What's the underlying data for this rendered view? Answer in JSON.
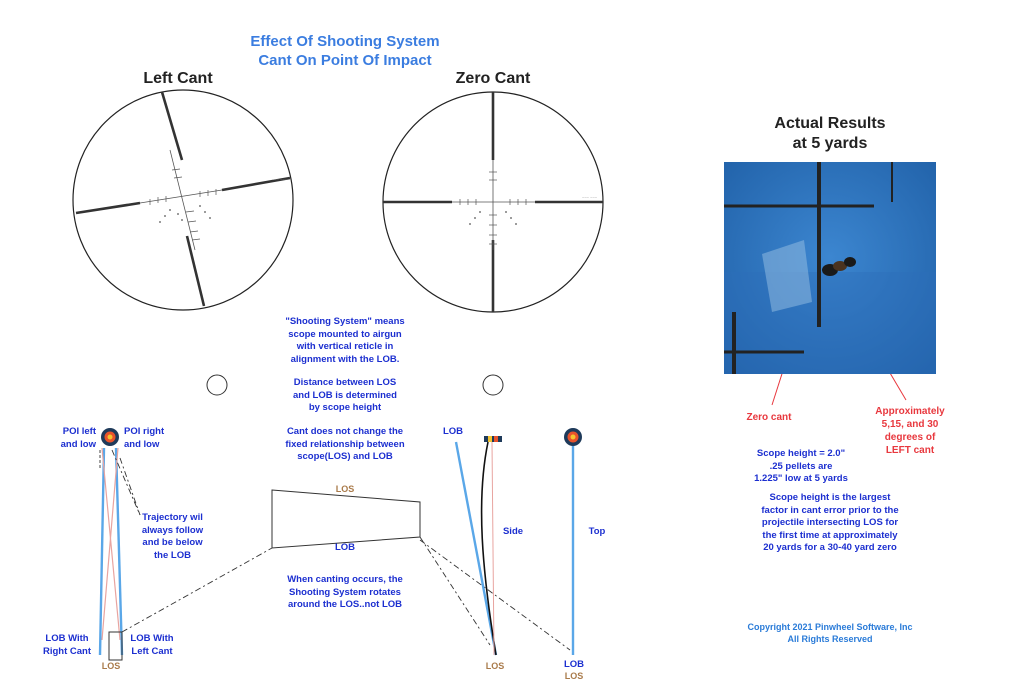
{
  "title": {
    "line1": "Effect Of Shooting System",
    "line2": "Cant On Point Of Impact"
  },
  "scopes": {
    "left_label": "Left Cant",
    "zero_label": "Zero Cant"
  },
  "results": {
    "line1": "Actual Results",
    "line2": "at 5 yards"
  },
  "explanation": {
    "p1": [
      "\"Shooting System\" means",
      "scope mounted to airgun",
      "with vertical reticle in",
      "alignment with the LOB."
    ],
    "p2": [
      "Distance between LOS",
      "and LOB is determined",
      "by scope height"
    ],
    "p3": [
      "Cant does not change  the",
      "fixed relationship between",
      "scope(LOS) and LOB"
    ],
    "p4": [
      "When canting occurs, the",
      "Shooting System rotates",
      "around the LOS..not LOB"
    ]
  },
  "left_diagram": {
    "poi_left": [
      "POI left",
      "and low"
    ],
    "poi_right": [
      "POI right",
      "and low"
    ],
    "trajectory": [
      "Trajectory wil",
      "always follow",
      "and be below",
      "the LOB"
    ],
    "lob_right": [
      "LOB With",
      "Right Cant"
    ],
    "lob_left": [
      "LOB With",
      "Left Cant"
    ],
    "los": "LOS"
  },
  "trapezoid": {
    "top": "LOS",
    "bottom": "LOB"
  },
  "right_diagram": {
    "lob": "LOB",
    "side": "Side",
    "top": "Top",
    "los_bottom": "LOS",
    "lob_bottom": "LOB",
    "los_bottom2": "LOS"
  },
  "photo_notes": {
    "zero_cant": "Zero cant",
    "approx": [
      "Approximately",
      "5,15, and 30",
      "degrees of",
      "LEFT cant"
    ]
  },
  "scope_notes": {
    "a": [
      "Scope height = 2.0\"",
      ".25 pellets are",
      "1.225\" low at 5 yards"
    ],
    "b": [
      "Scope height is the largest",
      "factor in cant error prior to the",
      "projectile intersecting LOS for",
      "the first time at approximately",
      "20 yards for a 30-40 yard zero"
    ]
  },
  "copyright": [
    "Copyright 2021 Pinwheel Software, Inc",
    "All Rights Reserved"
  ],
  "colors": {
    "title_blue": "#3b7de0",
    "note_blue": "#1c2fd0",
    "red": "#e8383e",
    "brown": "#a97a4a",
    "lob_line": "#5aa7e8"
  }
}
